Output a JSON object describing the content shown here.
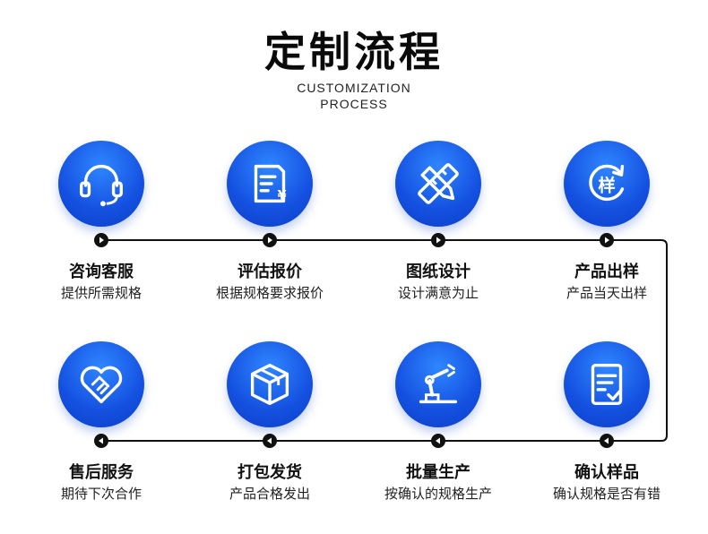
{
  "header": {
    "title": "定制流程",
    "subtitle_line1": "CUSTOMIZATION",
    "subtitle_line2": "PROCESS"
  },
  "colors": {
    "accent_blue": "#1450e0",
    "line": "#111111"
  },
  "steps": [
    {
      "title": "咨询客服",
      "desc": "提供所需规格",
      "icon": "headset-icon"
    },
    {
      "title": "评估报价",
      "desc": "根据规格要求报价",
      "icon": "quote-document-icon"
    },
    {
      "title": "图纸设计",
      "desc": "设计满意为止",
      "icon": "pencil-ruler-icon"
    },
    {
      "title": "产品出样",
      "desc": "产品当天出样",
      "icon": "sample-refresh-icon"
    },
    {
      "title": "售后服务",
      "desc": "期待下次合作",
      "icon": "heart-handshake-icon"
    },
    {
      "title": "打包发货",
      "desc": "产品合格发出",
      "icon": "package-box-icon"
    },
    {
      "title": "批量生产",
      "desc": "按确认的规格生产",
      "icon": "robot-arm-icon"
    },
    {
      "title": "确认样品",
      "desc": "确认规格是否有错",
      "icon": "checklist-document-icon"
    }
  ],
  "icon_text": {
    "sample_char": "样",
    "yen": "¥"
  }
}
